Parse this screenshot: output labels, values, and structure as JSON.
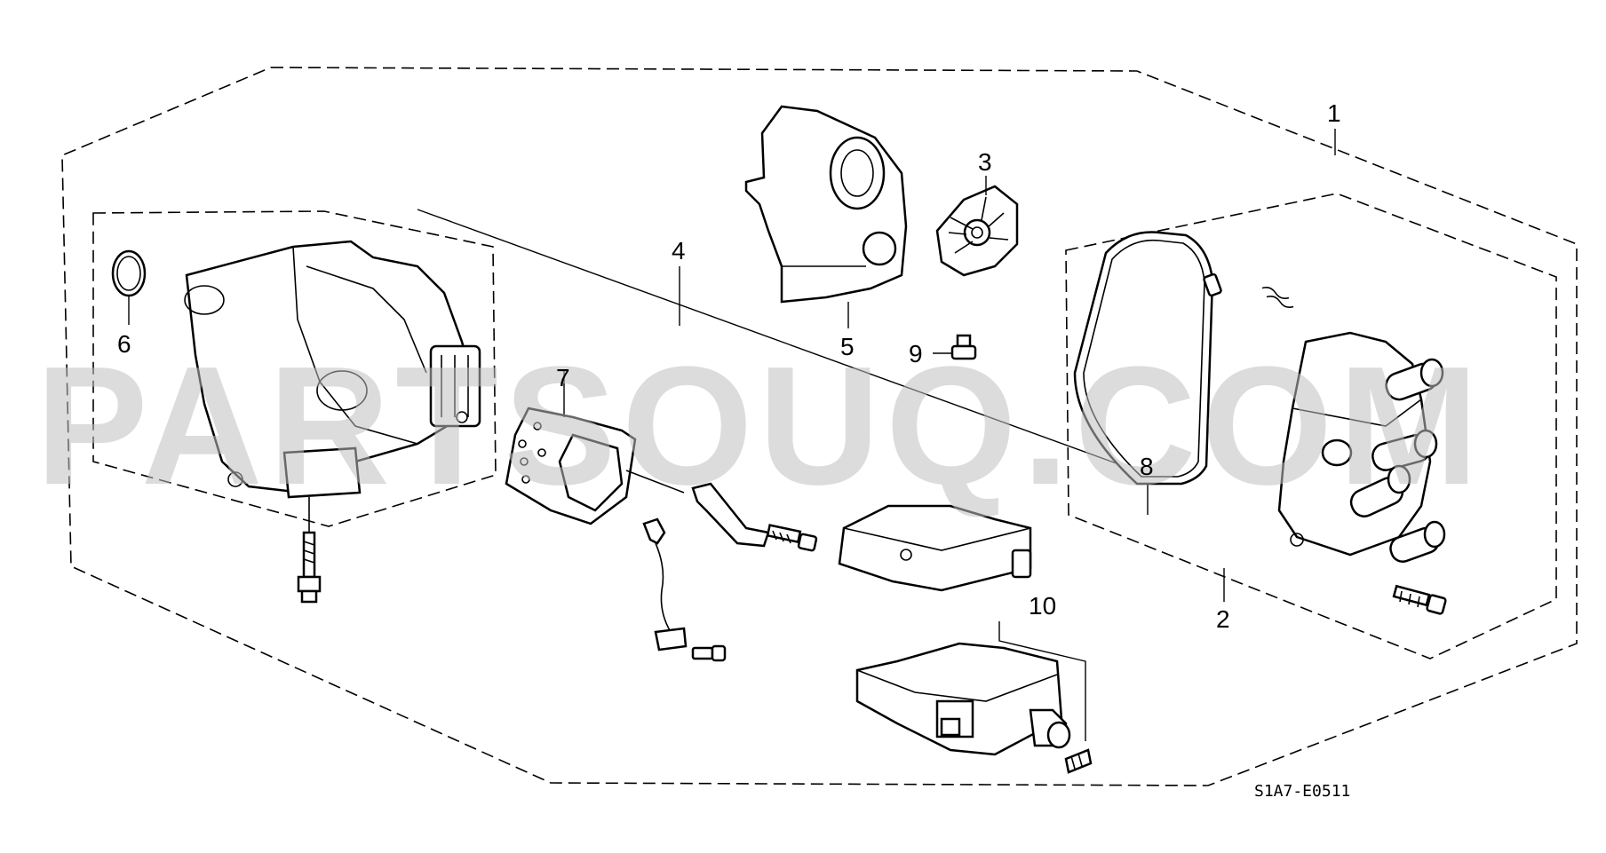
{
  "diagram": {
    "callouts": [
      "1",
      "2",
      "3",
      "4",
      "5",
      "6",
      "7",
      "8",
      "9",
      "10"
    ],
    "drawing_code": "S1A7-E0511",
    "watermark": "PARTSOUQ.COM"
  }
}
